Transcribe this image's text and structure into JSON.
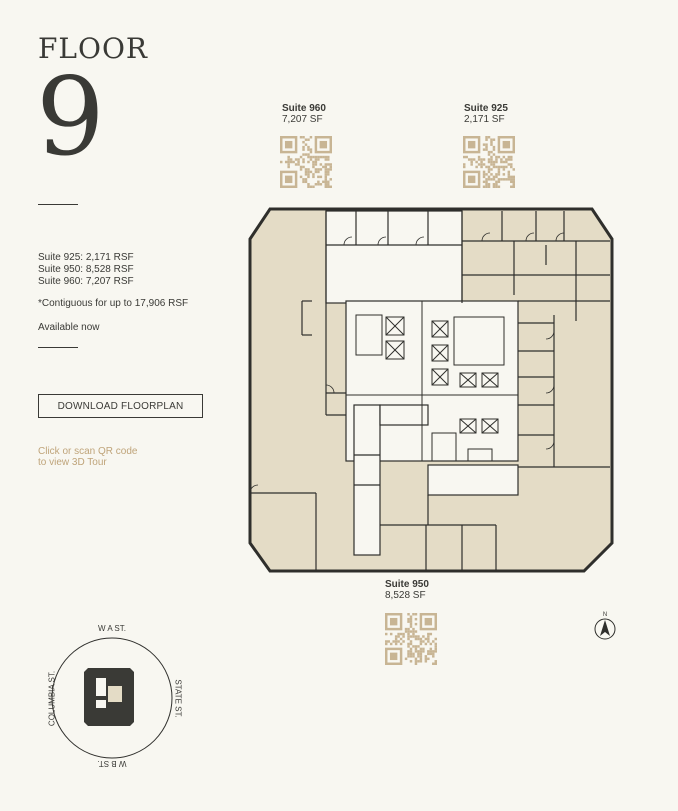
{
  "floor": {
    "label": "FLOOR",
    "number": "9"
  },
  "suites_summary": [
    "Suite 925: 2,171 RSF",
    "Suite 950: 8,528 RSF",
    "Suite 960: 7,207 RSF"
  ],
  "contiguous_note": "*Contiguous for up to 17,906 RSF",
  "availability": "Available now",
  "download_button": "DOWNLOAD FLOORPLAN",
  "qr_hint": [
    "Click or scan QR code",
    "to view 3D Tour"
  ],
  "suites": {
    "s960": {
      "name": "Suite 960",
      "size": "7,207 SF"
    },
    "s925": {
      "name": "Suite 925",
      "size": "2,171 SF"
    },
    "s950": {
      "name": "Suite 950",
      "size": "8,528 SF"
    }
  },
  "map_labels": {
    "north": "W A ST.",
    "south": "W B ST.",
    "west": "COLUMBIA ST.",
    "east": "STATE ST."
  },
  "north_arrow": "N",
  "colors": {
    "background": "#f8f7f1",
    "suite_fill": "#e4dcc6",
    "line": "#2f2f2c",
    "qr": "#c8b594",
    "accent": "#bfa47a"
  }
}
